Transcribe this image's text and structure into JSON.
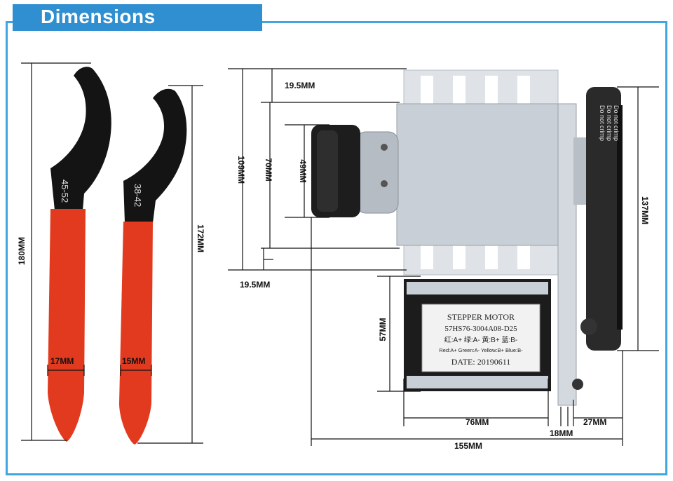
{
  "header": {
    "title": "Dimensions"
  },
  "wrenches": {
    "large": {
      "size": "45-52",
      "length": "180MM",
      "handle_width": "17MM"
    },
    "small": {
      "size": "38-42",
      "length": "172MM",
      "handle_width": "15MM"
    }
  },
  "rotary": {
    "top_offset": "19.5MM",
    "bottom_offset": "19.5MM",
    "height_total": "109MM",
    "height_mid": "70MM",
    "chuck_dia": "49MM",
    "pulley_dia": "137MM",
    "motor_height": "57MM",
    "motor_length": "76MM",
    "gap": "18MM",
    "pulley_width": "27MM",
    "total_length": "155MM"
  },
  "motor_label": {
    "line1": "STEPPER MOTOR",
    "line2": "57HS76-3004A08-D25",
    "line3": "红:A+  绿:A-  黄:B+  蓝:B-",
    "line4": "Red:A+  Green:A-  Yellow:B+  Blue:B-",
    "line5": "DATE:  20190611"
  },
  "belt_text": {
    "t1": "Do not crimp",
    "t2": "Do not crimp",
    "t3": "Do not crimp"
  },
  "colors": {
    "accent": "#2f8fd0",
    "frame": "#3ea6e0",
    "handle": "#e23a1e",
    "steel": "#c9cfd6"
  }
}
